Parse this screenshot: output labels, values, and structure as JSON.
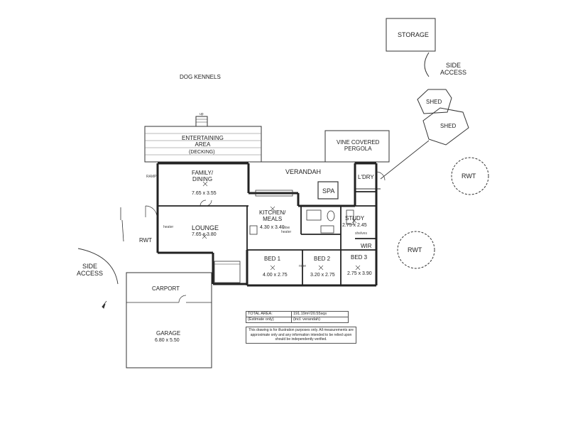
{
  "rooms": {
    "storage": "STORAGE",
    "side_access_right": "SIDE\nACCESS",
    "dog_kennels": "DOG KENNELS",
    "shed_1": "SHED",
    "shed_2": "SHED",
    "vine_pergola": "VINE COVERED\nPERGOLA",
    "entertaining": "ENTERTAINING\nAREA",
    "decking": "(DECKING)",
    "verandah": "VERANDAH",
    "spa": "SPA",
    "laundry": "L'DRY",
    "rwt_1": "RWT",
    "rwt_2": "RWT",
    "rwt_3": "RWT",
    "family_dining": "FAMILY/\nDINING",
    "family_dining_size": "7.65 x 3.55",
    "kitchen": "KITCHEN/\nMEALS",
    "kitchen_size": "4.30 x 3.40",
    "study": "STUDY",
    "study_size": "2.75 x 2.45",
    "wir": "WIR",
    "lounge": "LOUNGE",
    "lounge_size": "7.65 x 3.80",
    "bed_1": "BED 1",
    "bed_1_size": "4.00 x 2.75",
    "bed_2": "BED 2",
    "bed_2_size": "3.20 x 2.75",
    "bed_3": "BED 3",
    "bed_3_size": "2.75 x 3.90",
    "side_access_left": "SIDE\nACCESS",
    "carport": "CARPORT",
    "garage": "GARAGE",
    "garage_size": "6.80 x 5.50"
  },
  "fixtures": {
    "heater": "heater",
    "ramp": "RAMP",
    "up": "up",
    "shelves": "shelves",
    "slow_heater": "slow\nheater",
    "robe": "robe"
  },
  "info": {
    "total_area_label": "TOTAL AREA:",
    "total_area_value": "191.19m²/20.55sqs",
    "estimate_label": "(Estimate only)",
    "estimate_value": "(incl. verandah)",
    "disclaimer": "This drawing is for illustration purposes only. All measurements are approximate only and any information intended to be relied upon should be independently verified."
  }
}
